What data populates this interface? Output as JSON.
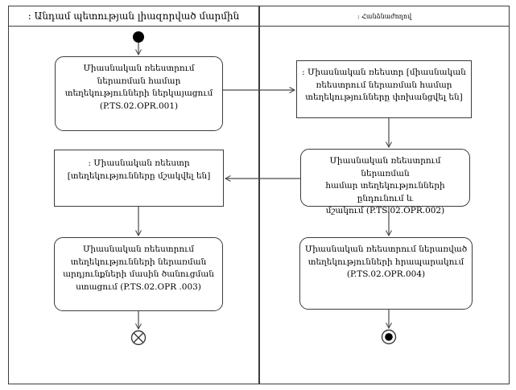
{
  "diagram": {
    "lanes": [
      {
        "title": ": Անդամ պետության լիազորված մարմին"
      },
      {
        "title": ": Հանձնաժողով"
      }
    ],
    "nodes": {
      "submit": {
        "label": "Միասնական ռեեստրում\nներառման համար\nտեղեկությունների ներկայացում\n(P.TS.02.OPR.001)"
      },
      "registry_transferred": {
        "label": ": Միասնական ռեեստր [միասնական\nռեեստրում ներառման համար\nտեղեկությունները փոխանցվել են]"
      },
      "receive_process": {
        "label": "Միասնական ռեեստրում ներառման\nհամար տեղեկությունների ընդունում և\nմշակում (P.TS.02.OPR.002)"
      },
      "registry_processed": {
        "label": ": Միասնական ռեեստր\n[տեղեկությունները մշակվել են]"
      },
      "receive_notification": {
        "label": "Միասնական ռեեստրում\nտեղեկությունների ներառման\nարդյունքների մասին ծանուցման\nստացում (P.TS.02.OPR .003)"
      },
      "publish": {
        "label": "Միասնական ռեեստրում ներառված\nտեղեկությունների հրապարակում\n(P.TS.02.OPR.004)"
      }
    },
    "colors": {
      "line": "#4a4a4a",
      "border": "#3c3c3c",
      "node_fill": "#000000",
      "background": "#ffffff"
    }
  }
}
